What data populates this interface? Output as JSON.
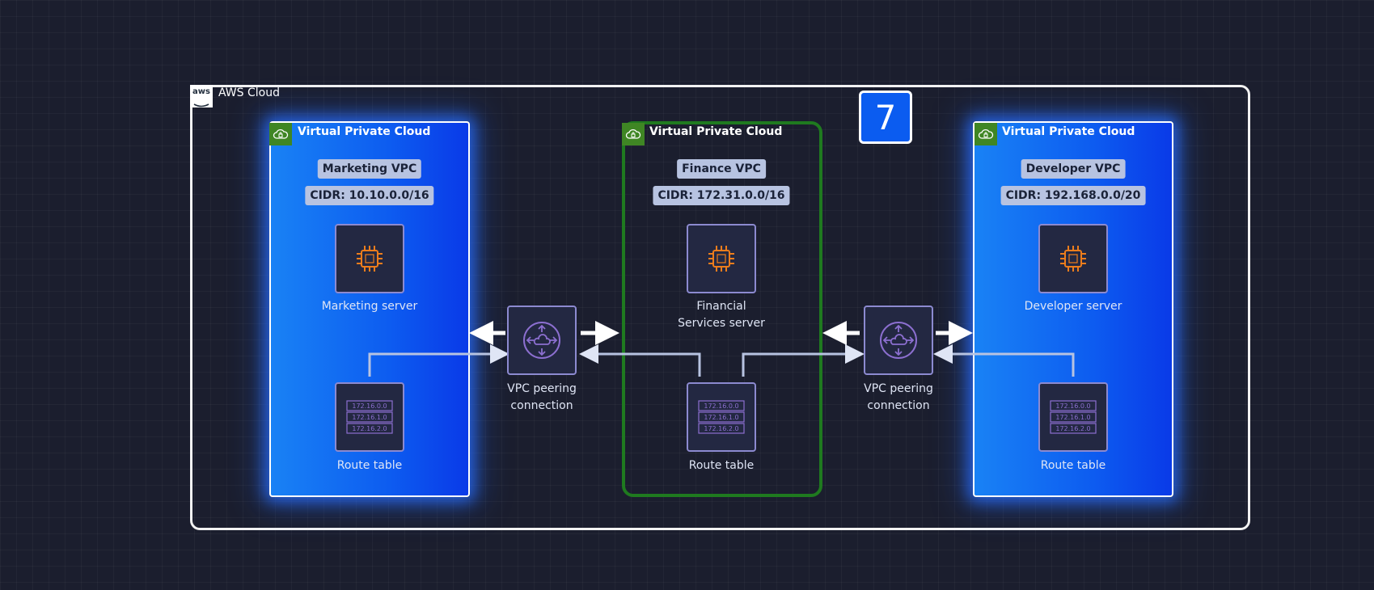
{
  "aws": {
    "title": "AWS Cloud",
    "logo_text": "aws"
  },
  "step_badge": "7",
  "vpcs": [
    {
      "header": "Virtual Private Cloud",
      "name": "Marketing VPC",
      "cidr": "CIDR: 10.10.0.0/16",
      "server": "Marketing server",
      "route_table": "Route table"
    },
    {
      "header": "Virtual Private Cloud",
      "name": "Finance VPC",
      "cidr": "CIDR: 172.31.0.0/16",
      "server_line1": "Financial",
      "server_line2": "Services server",
      "route_table": "Route table"
    },
    {
      "header": "Virtual Private Cloud",
      "name": "Developer VPC",
      "cidr": "CIDR: 192.168.0.0/20",
      "server": "Developer server",
      "route_table": "Route table"
    }
  ],
  "peering": [
    {
      "line1": "VPC peering",
      "line2": "connection"
    },
    {
      "line1": "VPC peering",
      "line2": "connection"
    }
  ],
  "route_entries": [
    "172.16.0.0",
    "172.16.1.0",
    "172.16.2.0"
  ],
  "colors": {
    "background": "#1b1e2e",
    "vpc_blue": "#0d5cf0",
    "vpc_green_border": "#1f7a1f",
    "vpc_badge": "#3f8624",
    "chip_orange": "#ed7d1c",
    "peering_purple": "#8c6fd0",
    "connector": "#b7c3e1"
  },
  "icons": {
    "aws_logo": "aws-logo-icon",
    "vpc_badge": "cloud-lock-icon",
    "server": "ec2-chip-icon",
    "route_table": "route-table-icon",
    "peering": "vpc-peering-icon"
  }
}
